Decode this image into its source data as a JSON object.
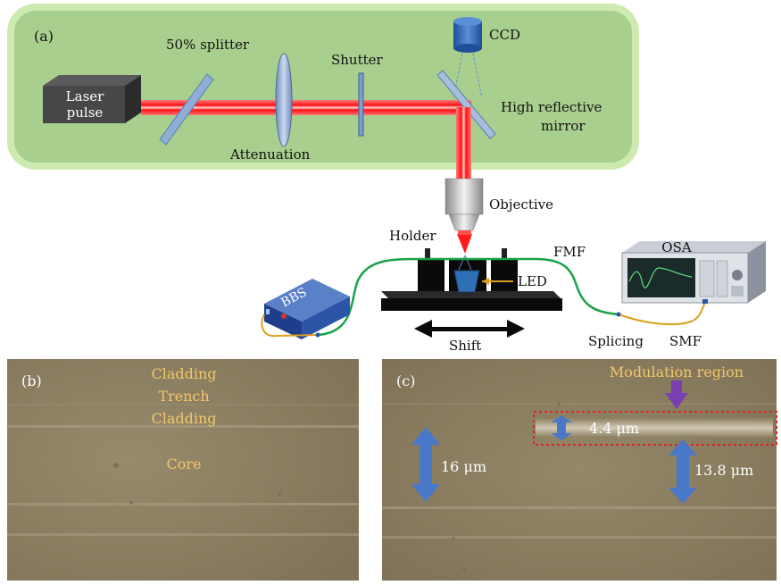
{
  "labels": {
    "panel_a": "(a)",
    "panel_b": "(b)",
    "panel_c": "(c)",
    "laser_line1": "Laser",
    "laser_line2": "pulse",
    "splitter": "50% splitter",
    "attenuation": "Attenuation",
    "shutter": "Shutter",
    "ccd": "CCD",
    "mirror_line1": "High reflective",
    "mirror_line2": "mirror",
    "objective": "Objective",
    "holder": "Holder",
    "fmf": "FMF",
    "led": "LED",
    "osa": "OSA",
    "bbs": "BBS",
    "shift": "Shift",
    "splicing": "Splicing",
    "smf": "SMF",
    "cladding_top": "Cladding",
    "trench": "Trench",
    "cladding_mid": "Cladding",
    "core": "Core",
    "modulation_region": "Modulation region",
    "dim_4_4": "4.4 μm",
    "dim_16": "16 μm",
    "dim_13_8": "13.8 μm"
  },
  "colors": {
    "panel_green": "#a9cf8f",
    "panel_border": "#c9eaa9",
    "laser_red": "#ff2020",
    "micro_bg": "#8d7f62",
    "yellow_text": "#f3c86a",
    "arrow_blue": "#4a78c9",
    "purple_arrow": "#7a3fb0",
    "red_dotted": "#e02020",
    "fiber_green": "#1aa24a",
    "fiber_yellow": "#d9a11e"
  }
}
